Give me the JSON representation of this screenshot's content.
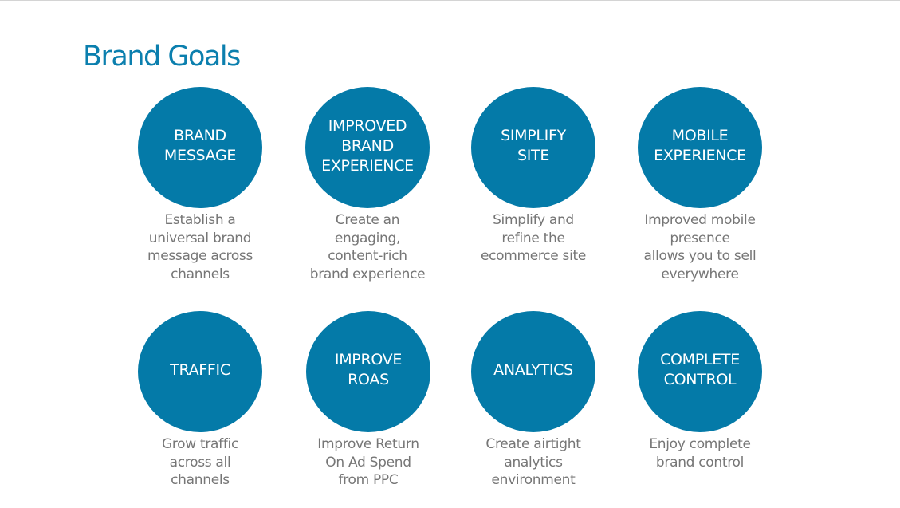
{
  "title": "Brand Goals",
  "goals": [
    {
      "label": "BRAND\nMESSAGE",
      "description": "Establish a\nuniversal brand\nmessage across\nchannels"
    },
    {
      "label": "IMPROVED\nBRAND\nEXPERIENCE",
      "description": "Create an\nengaging,\ncontent-rich\nbrand experience"
    },
    {
      "label": "SIMPLIFY\nSITE",
      "description": "Simplify and\nrefine the\necommerce site"
    },
    {
      "label": "MOBILE\nEXPERIENCE",
      "description": "Improved mobile\npresence\nallows you to sell\neverywhere"
    },
    {
      "label": "TRAFFIC",
      "description": "Grow traffic\nacross all\nchannels"
    },
    {
      "label": "IMPROVE\nROAS",
      "description": "Improve Return\nOn Ad Spend\nfrom PPC"
    },
    {
      "label": "ANALYTICS",
      "description": "Create airtight\nanalytics\nenvironment"
    },
    {
      "label": "COMPLETE\nCONTROL",
      "description": "Enjoy complete\nbrand control"
    }
  ],
  "colors": {
    "circle_fill": "#047aa8",
    "title": "#0b7fae",
    "description": "#767676"
  }
}
